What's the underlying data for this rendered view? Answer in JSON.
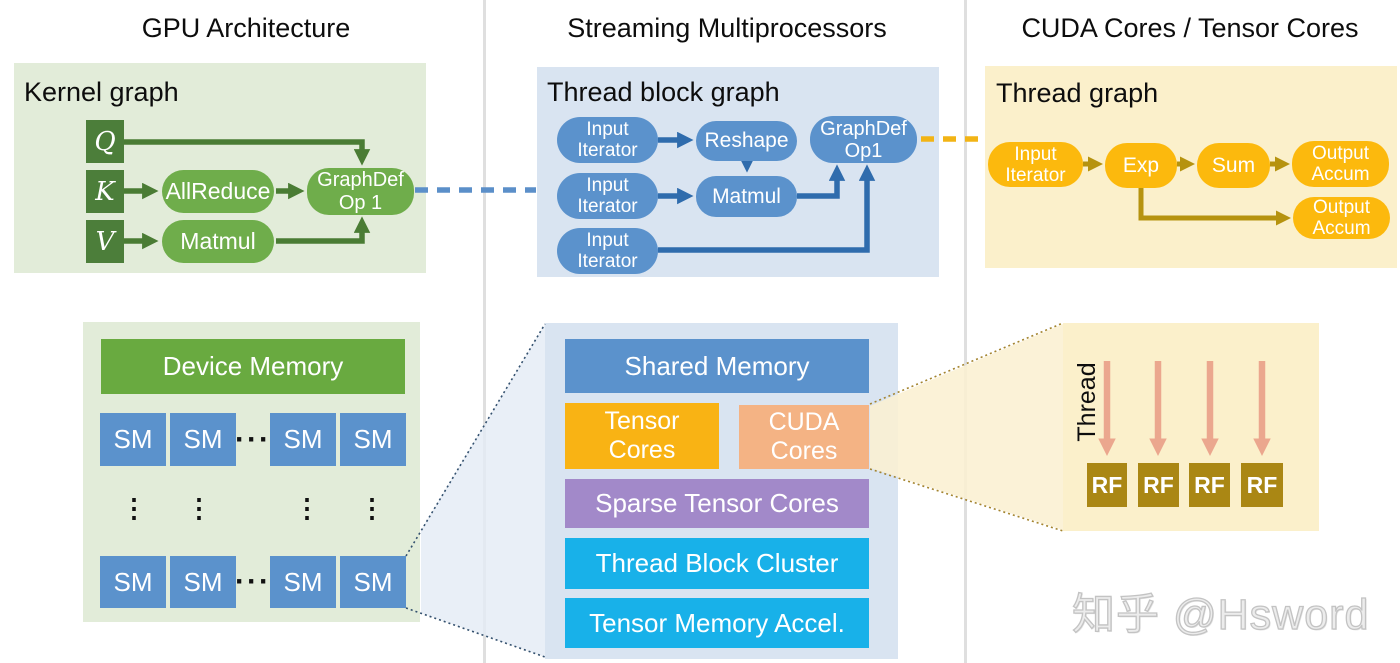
{
  "titles": {
    "left": "GPU Architecture",
    "middle": "Streaming Multiprocessors",
    "right": "CUDA Cores / Tensor Cores"
  },
  "kernel_graph": {
    "label": "Kernel graph",
    "q": "Q",
    "k": "K",
    "v": "V",
    "allreduce": "AllReduce",
    "matmul": "Matmul",
    "graphdef": "GraphDef\nOp 1"
  },
  "thread_block_graph": {
    "label": "Thread block graph",
    "input_iterator": "Input\nIterator",
    "reshape": "Reshape",
    "matmul": "Matmul",
    "graphdef": "GraphDef\nOp1"
  },
  "thread_graph": {
    "label": "Thread graph",
    "input_iterator": "Input\nIterator",
    "exp": "Exp",
    "sum": "Sum",
    "output_accum": "Output\nAccum"
  },
  "gpu_memory_panel": {
    "device_memory": "Device Memory",
    "sm": "SM",
    "row_dots": "···",
    "col_dots": "⋮"
  },
  "sm_internals_panel": {
    "shared_memory": "Shared Memory",
    "tensor_cores": "Tensor\nCores",
    "cuda_cores": "CUDA\nCores",
    "sparse_tensor_cores": "Sparse Tensor Cores",
    "thread_block_cluster": "Thread Block Cluster",
    "tensor_memory_accel": "Tensor Memory Accel."
  },
  "thread_panel": {
    "thread": "Thread",
    "rf": "RF"
  },
  "watermark": "知乎 @Hsword",
  "colors": {
    "panel_green_bg": "#e2ecd9",
    "panel_blue_bg": "#d9e4f1",
    "panel_yellow_bg": "#fbf0cb",
    "green_square": "#4c7e3a",
    "green_node": "#6fad4b",
    "green_arrow": "#4a7c34",
    "green_bar": "#69aa40",
    "blue_node": "#5b92cc",
    "blue_arrow": "#2f6cad",
    "blue_dash": "#5b8fc9",
    "yellow_node": "#fcb90d",
    "yellow_dash": "#f2b415",
    "olive_arrow": "#b6930f",
    "tensor_cores_gold": "#f9b314",
    "cuda_cores_peach": "#f4b384",
    "sparse_purple": "#a289c9",
    "cluster_cyan": "#18b1e9",
    "rf_gold": "#aa8714",
    "salmon_arrow": "#eba78e",
    "divider_gray": "#dfdfdf"
  }
}
